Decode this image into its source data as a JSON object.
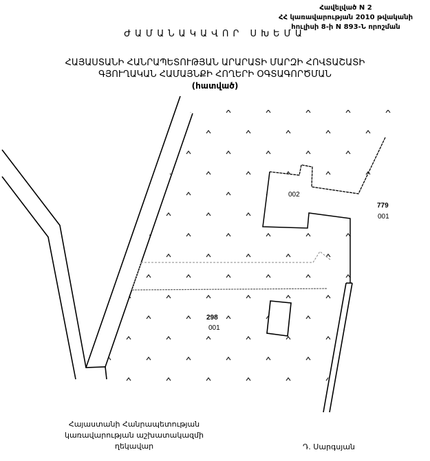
{
  "annex": {
    "line1": "Հավելված N 2",
    "line2": "ՀՀ կառավարության 2010 թվականի",
    "line3": "հուլիսի 8-ի N 893-Ն որոշման"
  },
  "title": "ԺԱՄԱՆԱԿԱՎՈՐ ՍԽԵՄԱ",
  "subtitle": {
    "line1": "ՀԱՅԱՍՏԱՆԻ ՀԱՆՐԱՊԵՏՈՒԹՅԱՆ ԱՐԱՐԱՏԻ ՄԱՐԶԻ ՀՈՎՏԱՇԱՏԻ",
    "line2": "ԳՅՈՒՂԱԿԱՆ ՀԱՄԱՅՆՔԻ ՀՈՂԵՐԻ ՕԳՏԱԳՈՐԾՄԱՆ",
    "line3": "(հատված)"
  },
  "map": {
    "parcel_a_code": "002",
    "parcel_b_number": "779",
    "parcel_b_code": "001",
    "parcel_c_number": "298",
    "parcel_c_code": "001"
  },
  "signature": {
    "position_line1": "Հայաստանի Հանրապետության",
    "position_line2": "կառավարության աշխատակազմի",
    "position_line3": "ղեկավար",
    "name": "Դ. Սարգսյան"
  }
}
